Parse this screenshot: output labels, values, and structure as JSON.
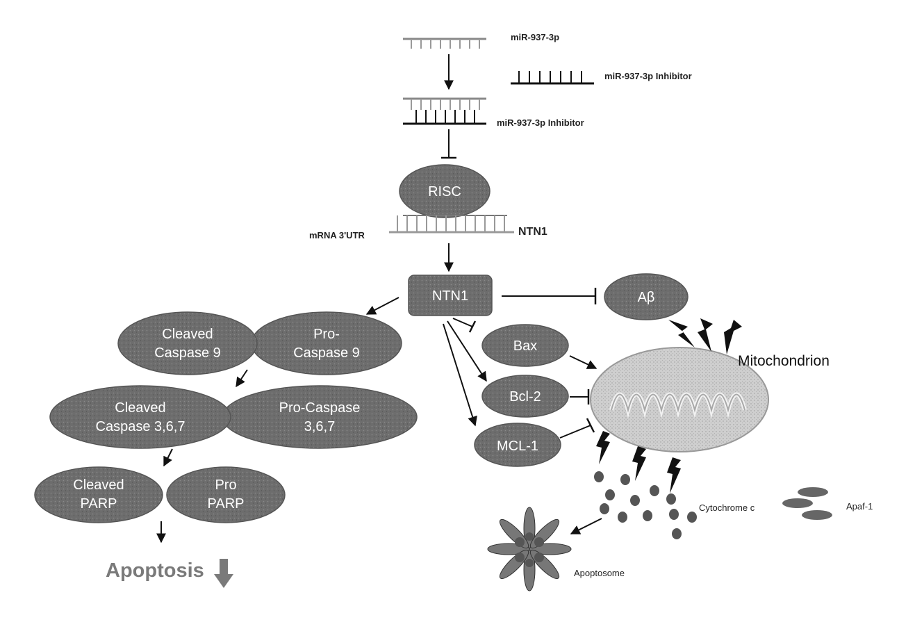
{
  "mirna": {
    "top_label": "miR-937-3p",
    "inhibitor_label": "miR-937-3p Inhibitor",
    "bound_label": "miR-937-3p Inhibitor"
  },
  "risc": {
    "label": "RISC"
  },
  "mrna": {
    "utr_label": "mRNA 3'UTR",
    "gene_label": "NTN1"
  },
  "ntn1": {
    "label": "NTN1"
  },
  "abeta": {
    "label": "Aβ"
  },
  "bax": {
    "label": "Bax"
  },
  "bcl2": {
    "label": "Bcl-2"
  },
  "mcl1": {
    "label": "MCL-1"
  },
  "mitochondrion": {
    "label": "Mitochondrion"
  },
  "caspase9": {
    "cleaved_line1": "Cleaved",
    "cleaved_line2": "Caspase 9",
    "pro_line1": "Pro-",
    "pro_line2": "Caspase 9"
  },
  "caspase367": {
    "cleaved_line1": "Cleaved",
    "cleaved_line2": "Caspase 3,6,7",
    "pro_line1": "Pro-Caspase",
    "pro_line2": "3,6,7"
  },
  "parp": {
    "cleaved_line1": "Cleaved",
    "cleaved_line2": "PARP",
    "pro_line1": "Pro",
    "pro_line2": "PARP"
  },
  "apoptosis": {
    "label": "Apoptosis"
  },
  "cytochrome": {
    "label": "Cytochrome c"
  },
  "apaf": {
    "label": "Apaf-1"
  },
  "apoptosome": {
    "label": "Apoptosome"
  },
  "colors": {
    "node_fill": "#6f6f6f",
    "node_dark": "#4a4a4a",
    "mito_fill": "#c9c9c9",
    "bolt": "#111111",
    "apoptosis_text": "#7a7a7a"
  }
}
